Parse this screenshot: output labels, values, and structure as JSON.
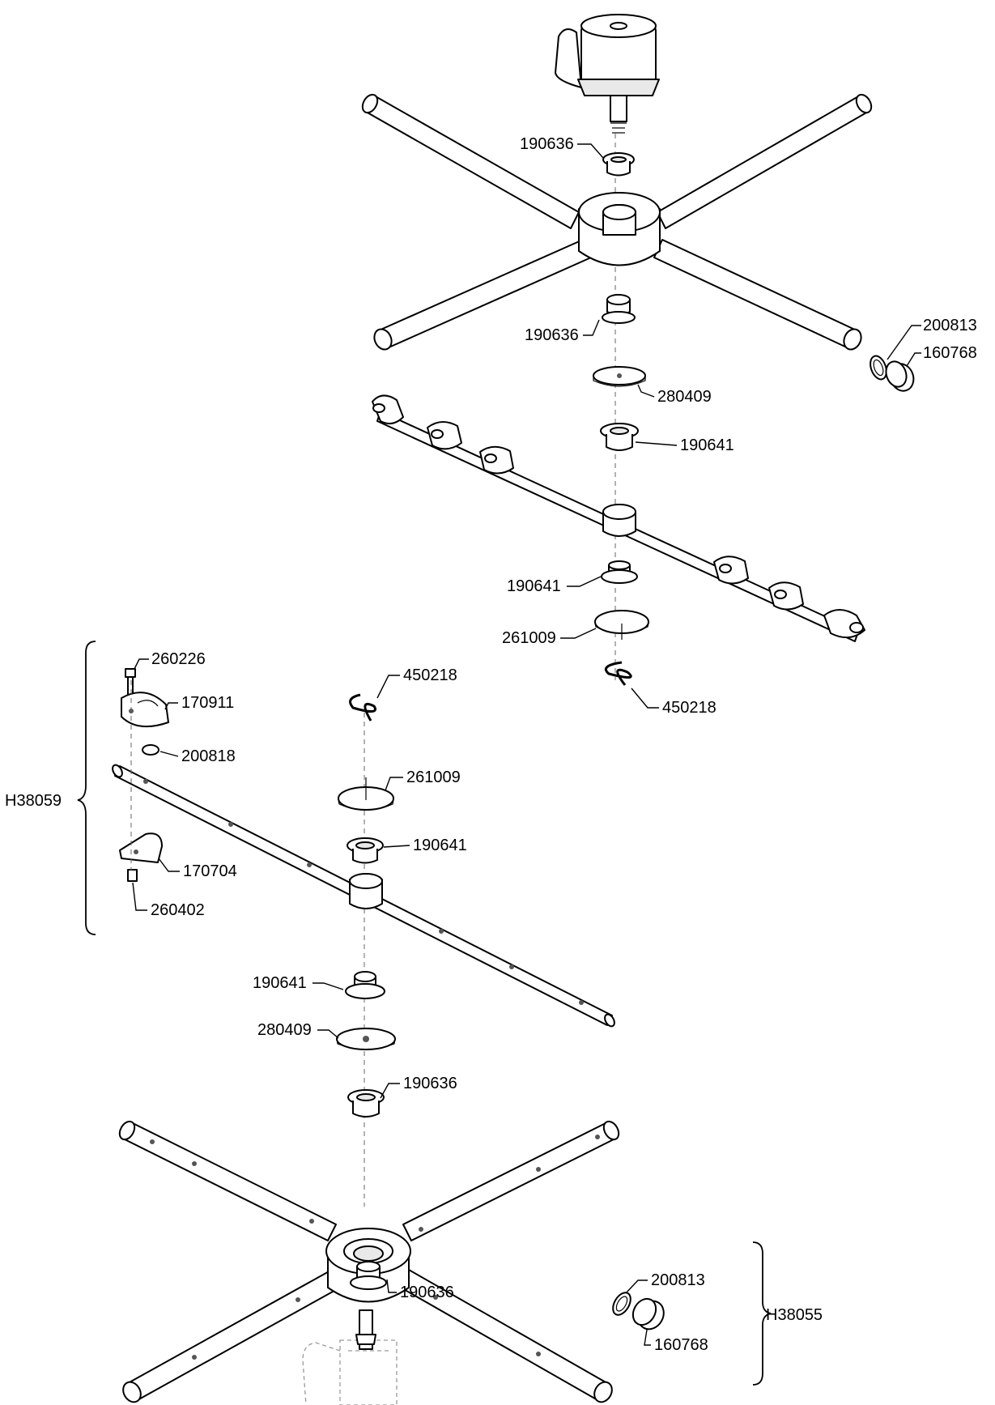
{
  "callouts": {
    "c190636_a": "190636",
    "c190636_b": "190636",
    "c200813_top": "200813",
    "c160768_top": "160768",
    "c280409_top": "280409",
    "c190641_a": "190641",
    "c190641_b": "190641",
    "c261009_top": "261009",
    "c450218_top": "450218",
    "c260226": "260226",
    "c170911": "170911",
    "c200818": "200818",
    "c450218_mid": "450218",
    "c261009_mid": "261009",
    "c190641_c": "190641",
    "c170704": "170704",
    "c260402": "260402",
    "c190641_d": "190641",
    "c280409_bot": "280409",
    "c190636_c": "190636",
    "c190636_d": "190636",
    "c200813_bot": "200813",
    "c160768_bot": "160768"
  },
  "assemblies": {
    "left": "H38059",
    "right": "H38055"
  }
}
